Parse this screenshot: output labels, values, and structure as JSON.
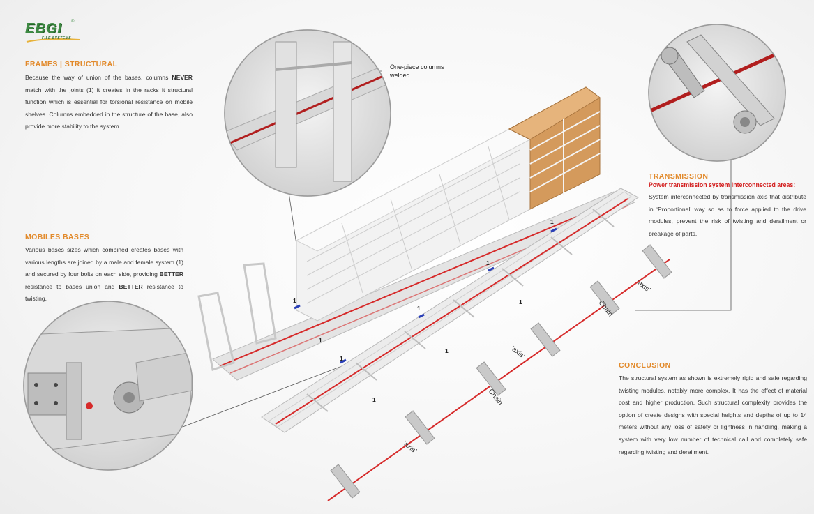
{
  "logo": {
    "main": "EBGI",
    "registered": "®",
    "sub": "FILE SYSTEMS"
  },
  "frames": {
    "title": "FRAMES | STRUCTURAL",
    "body_parts": [
      "Because the way of union of the bases, columns ",
      "NEVER",
      " match with the joints (1) it creates in the racks it structural function which is essential for torsional resistance on mobile shelves. Columns embedded in the structure of the base, also provide more stability to the system."
    ]
  },
  "mobiles": {
    "title": "MOBILES BASES",
    "body_parts": [
      "Various bases sizes which combined creates bases with various lengths are joined by a male and female system (1) and secured by four bolts on each side, providing ",
      "BETTER",
      " resistance to bases union and ",
      "BETTER",
      " resistance to twisting."
    ]
  },
  "transmission": {
    "title": "TRANSMISSION",
    "subtitle": "Power transmission system interconnected areas:",
    "body": "System interconnected by transmission axis that distribute in ‘Proportional’ way so as to force applied to the drive modules, prevent the risk of twisting and derailment or breakage of parts."
  },
  "conclusion": {
    "title": "CONCLUSION",
    "body": "The structural system as shown is extremely rigid and safe regarding twisting modules, notably more complex. It has the effect of material cost and higher production. Such structural complexity provides the option of create designs with special heights and depths of up to 14 meters without any loss of safety or lightness in handling, making a system with very low number of technical call and completely safe regarding twisting and derailment."
  },
  "callout": {
    "line1": "One-piece columns",
    "line2": "welded"
  },
  "labels": {
    "joint": "1",
    "axis": "‘axis’",
    "chain": "Chain"
  },
  "colors": {
    "accent_orange": "#e28a2b",
    "red": "#d32020",
    "logo_green": "#3e8a43",
    "rail_red": "#d62a2a"
  }
}
